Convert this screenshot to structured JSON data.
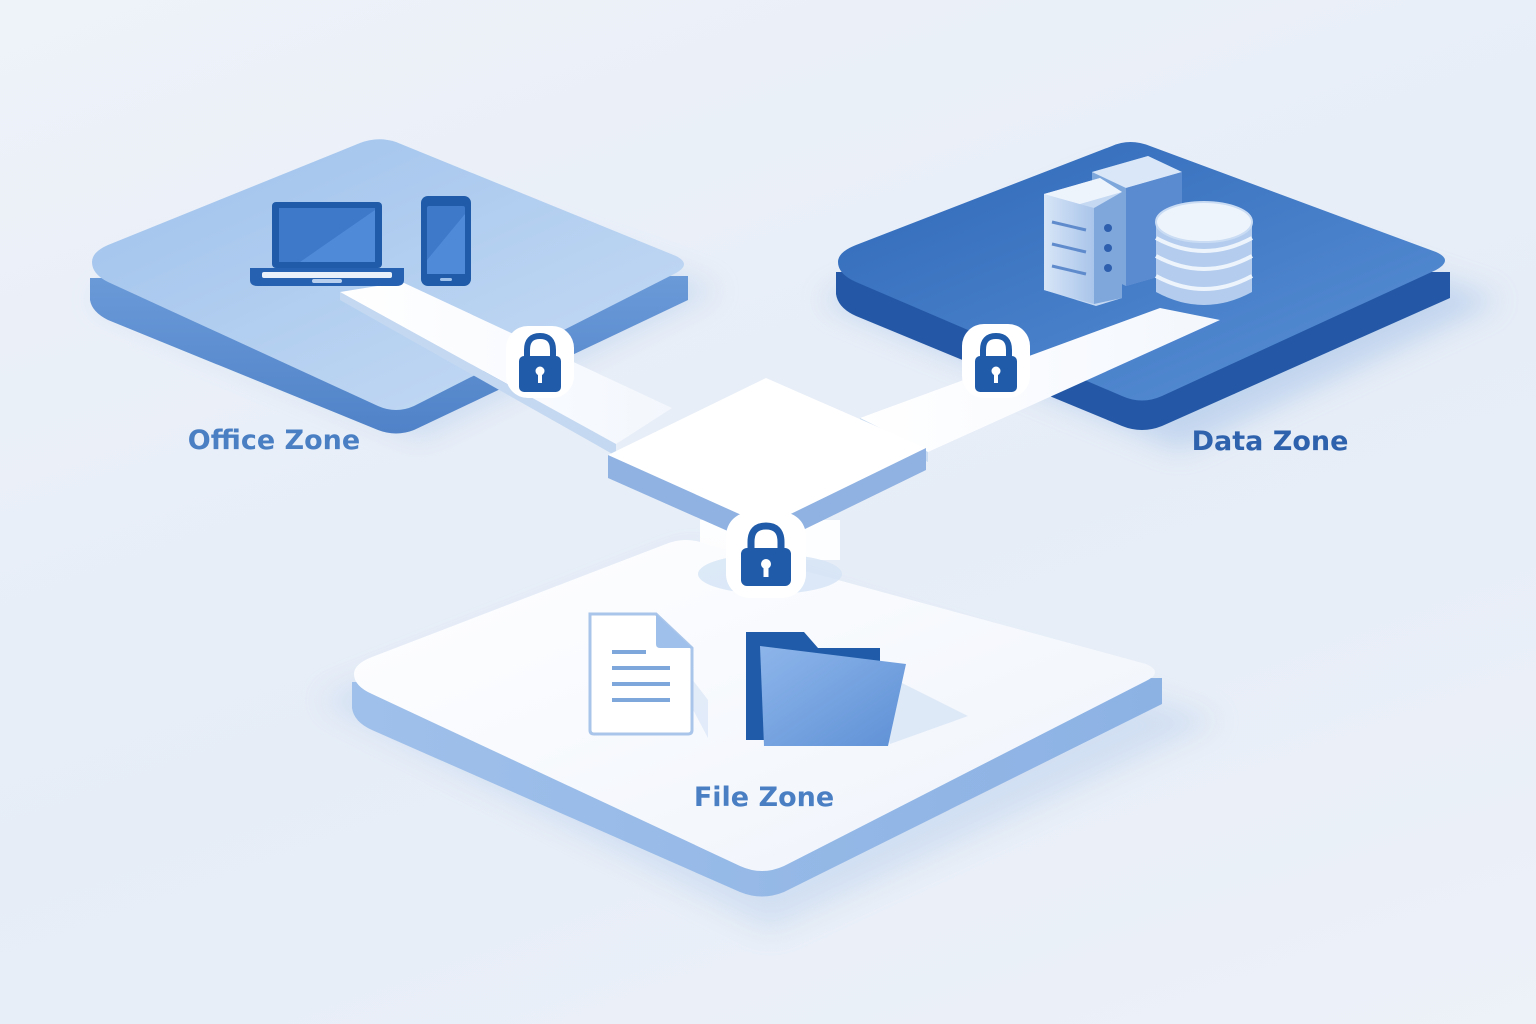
{
  "zones": {
    "office": {
      "label": "Office Zone",
      "icons": [
        "laptop-icon",
        "smartphone-icon"
      ]
    },
    "data": {
      "label": "Data Zone",
      "icons": [
        "server-rack-icon",
        "database-icon"
      ]
    },
    "file": {
      "label": "File Zone",
      "icons": [
        "document-icon",
        "folder-icon"
      ]
    },
    "hub": {
      "label": ""
    }
  },
  "locks": [
    "lock-icon",
    "lock-icon",
    "lock-icon"
  ],
  "colors": {
    "background": "#eaf0f8",
    "brand_blue": "#1f5ba8",
    "label_blue": "#4a7fc4",
    "office_top": "#aecbee",
    "data_top": "#3e78c6",
    "file_top": "#f8fafd",
    "icon_blue": "#2c5fae"
  }
}
